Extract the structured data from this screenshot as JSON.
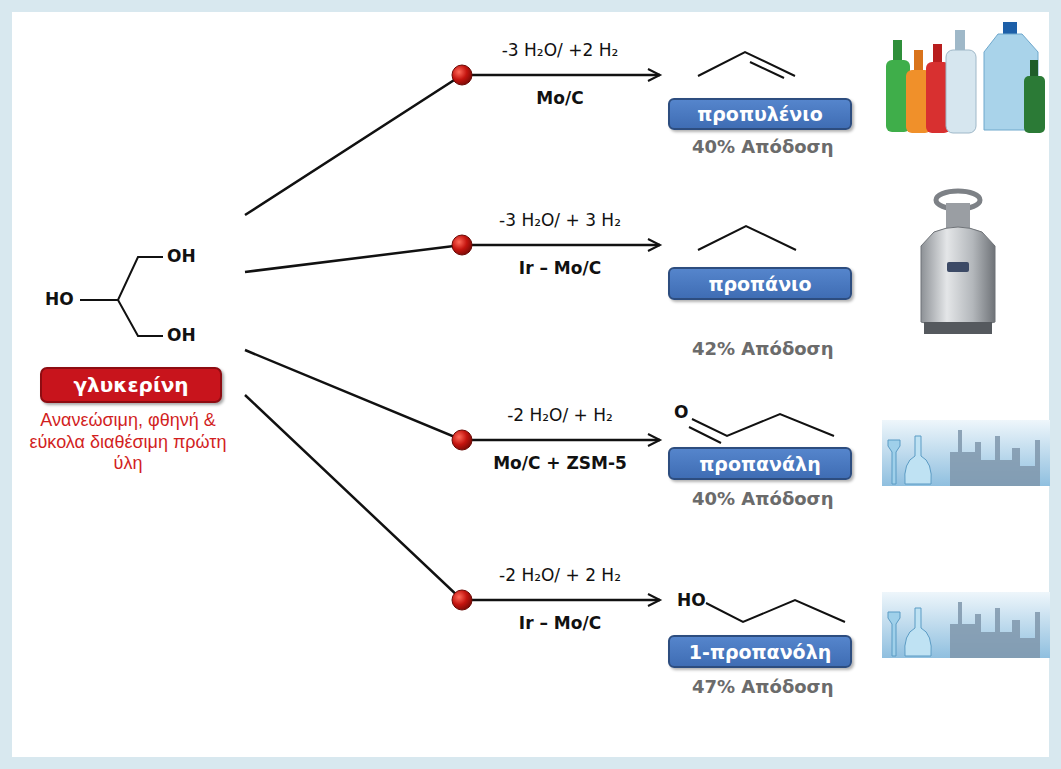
{
  "diagram": {
    "nodes": [
      {
        "text": [
          "γλυκερίνη"
        ]
      },
      {
        "text": [
          "προπυλένιο"
        ]
      },
      {
        "text": [
          "προπάνιο"
        ]
      },
      {
        "text": [
          "προπανάλη"
        ]
      },
      {
        "text": [
          "1-προπανόλη"
        ]
      }
    ],
    "edges": [
      {
        "from": 0,
        "to": 1,
        "arrow": "to",
        "label": "-3 H₂O/ +2 H₂"
      },
      {
        "from": 0,
        "to": 2,
        "arrow": "to",
        "label": "-3 H₂O/ + 3 H₂"
      },
      {
        "from": 0,
        "to": 3,
        "arrow": "to",
        "label": "-2 H₂O/ + H₂"
      },
      {
        "from": 0,
        "to": 4,
        "arrow": "to",
        "label": "-2 H₂O/ + 2 H₂"
      }
    ],
    "labels": [
      "OH",
      "HO",
      "OH",
      "Ανανεώσιμη, φθηνή & εύκολα διαθέσιμη πρώτη ύλη",
      "Mo/C",
      "40% Απόδοση",
      "Ir – Mo/C",
      "42% Απόδοση",
      "Mo/C + ZSM-5",
      "40% Απόδοση",
      "Ir – Mo/C",
      "47% Απόδοση",
      "O",
      "HO"
    ]
  }
}
